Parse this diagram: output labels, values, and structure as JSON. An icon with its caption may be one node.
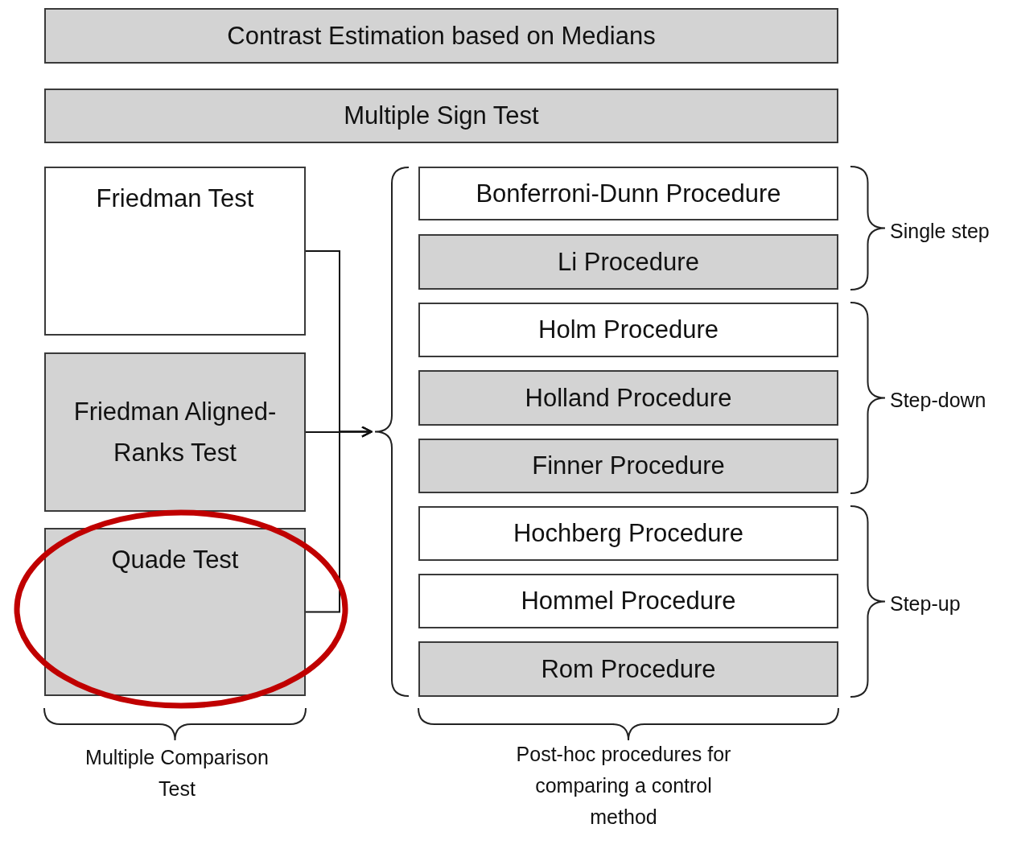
{
  "diagram": {
    "nodes": [
      {
        "text": [
          "Contrast Estimation based on Medians"
        ]
      },
      {
        "text": [
          "Multiple Sign Test"
        ]
      },
      {
        "text": [
          "Friedman Test"
        ]
      },
      {
        "text": [
          "Friedman Aligned-Ranks Test"
        ]
      },
      {
        "text": [
          "Quade Test"
        ]
      },
      {
        "text": [
          "Bonferroni-Dunn Procedure"
        ]
      },
      {
        "text": [
          "Li Procedure"
        ]
      },
      {
        "text": [
          "Holm Procedure"
        ]
      },
      {
        "text": [
          "Holland Procedure"
        ]
      },
      {
        "text": [
          "Finner Procedure"
        ]
      },
      {
        "text": [
          "Hochberg Procedure"
        ]
      },
      {
        "text": [
          "Hommel Procedure"
        ]
      },
      {
        "text": [
          "Rom Procedure"
        ]
      },
      {
        "text": [],
        "shape": "brace"
      }
    ],
    "edges": [
      {
        "from": 2,
        "to": 13,
        "arrow": "to"
      },
      {
        "from": 3,
        "to": 13,
        "arrow": "to"
      },
      {
        "from": 4,
        "to": 13,
        "arrow": "to"
      }
    ],
    "labels": [
      "Single step",
      "Step-down",
      "Step-up",
      "Multiple Comparison Test",
      "Post-hoc procedures for comparing a control method"
    ]
  }
}
